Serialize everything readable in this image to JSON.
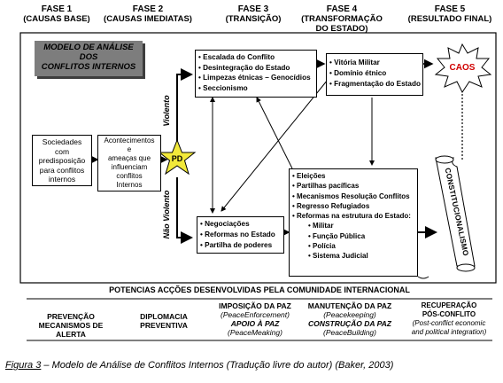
{
  "phases": [
    {
      "title": "FASE 1",
      "subtitle": "(CAUSAS BASE)"
    },
    {
      "title": "FASE 2",
      "subtitle": "(CAUSAS IMEDIATAS)"
    },
    {
      "title": "FASE 3",
      "subtitle": "(TRANSIÇÃO)"
    },
    {
      "title": "FASE 4",
      "subtitle": "(TRANSFORMAÇÃO DO ESTADO)"
    },
    {
      "title": "FASE 5",
      "subtitle": "(RESULTADO FINAL)"
    }
  ],
  "model_title": [
    "MODELO DE ANÁLISE",
    "DOS",
    "CONFLITOS INTERNOS"
  ],
  "boxes": {
    "societies": [
      "Sociedades",
      "com",
      "predisposição",
      "para conflitos",
      "internos"
    ],
    "events": [
      "Acontecimentos",
      "e",
      "ameaças que",
      "influenciam",
      "conflitos",
      "Internos"
    ],
    "escalation": [
      "• Escalada do Conflito",
      "• Desintegração do Estado",
      "• Limpezas étnicas – Genocídios",
      "• Seccionismo"
    ],
    "victory": [
      "• Vitória Militar",
      "• Domínio étnico",
      "• Fragmentação do Estado"
    ],
    "negotiations": [
      "• Negociações",
      "• Reformas no Estado",
      "• Partilha de poderes"
    ],
    "elections": [
      "• Eleições",
      "• Partilhas pacíficas",
      "• Mecanismos Resolução Conflitos",
      "• Regresso Refugiados",
      "• Reformas na estrutura do  Estado:"
    ],
    "elections_sub": [
      "• Militar",
      "• Função Pública",
      "• Polícia",
      "• Sistema Judicial"
    ]
  },
  "labels": {
    "pd": "PD",
    "violent": "Violento",
    "non_violent": "Não Violento",
    "chaos": "CAOS",
    "constitutionalism": "CONSTITUCIONALISMO"
  },
  "intl_title": "POTENCIAS ACÇÕES DESENVOLVIDAS PELA COMUNIDADE INTERNACIONAL",
  "actions": [
    {
      "lines": [
        "PREVENÇÃO",
        "MECANISMOS DE ALERTA"
      ],
      "styles": [
        "b",
        "b"
      ]
    },
    {
      "lines": [
        "DIPLOMACIA",
        "PREVENTIVA"
      ],
      "styles": [
        "b",
        "b"
      ]
    },
    {
      "lines": [
        "IMPOSIÇÃO DA PAZ",
        "(PeaceEnforcement)",
        "APOIO À PAZ",
        "(PeaceMeaking)"
      ],
      "styles": [
        "b",
        "i",
        "bi",
        "i"
      ]
    },
    {
      "lines": [
        "MANUTENÇÃO DA PAZ",
        "(Peacekeeping)",
        "CONSTRUÇÃO DA PAZ",
        "(PeaceBuilding)"
      ],
      "styles": [
        "b",
        "i",
        "bi",
        "i"
      ]
    },
    {
      "lines": [
        "RECUPERAÇÃO",
        "PÓS-CONFLITO",
        "(Post-conflict economic",
        "and political integration)"
      ],
      "styles": [
        "b",
        "b",
        "i",
        "i"
      ]
    }
  ],
  "caption": {
    "prefix": "Figura 3",
    "text": " – Modelo de Análise de Conflitos Internos (Tradução livre do autor) (Baker, 2003)"
  }
}
